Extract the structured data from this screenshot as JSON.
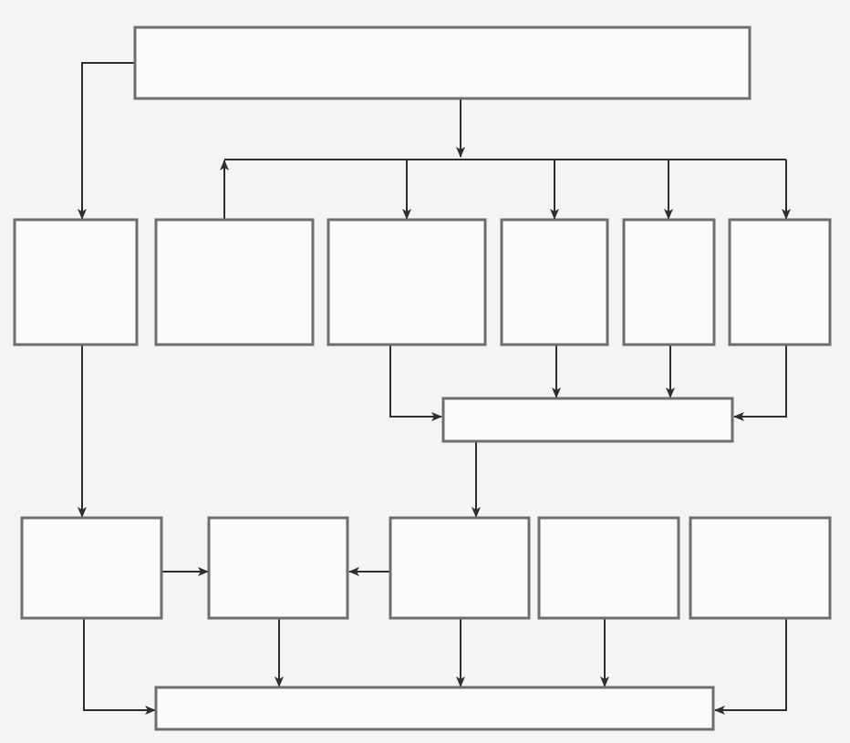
{
  "diagram": {
    "boxes": [
      {
        "id": "top",
        "label": ""
      },
      {
        "id": "row1-1",
        "label": ""
      },
      {
        "id": "row1-2",
        "label": ""
      },
      {
        "id": "row1-3",
        "label": ""
      },
      {
        "id": "row1-4",
        "label": ""
      },
      {
        "id": "row1-5",
        "label": ""
      },
      {
        "id": "row1-6",
        "label": ""
      },
      {
        "id": "middle",
        "label": ""
      },
      {
        "id": "row2-1",
        "label": ""
      },
      {
        "id": "row2-2",
        "label": ""
      },
      {
        "id": "row2-3",
        "label": ""
      },
      {
        "id": "row2-4",
        "label": ""
      },
      {
        "id": "row2-5",
        "label": ""
      },
      {
        "id": "bottom",
        "label": ""
      }
    ]
  }
}
